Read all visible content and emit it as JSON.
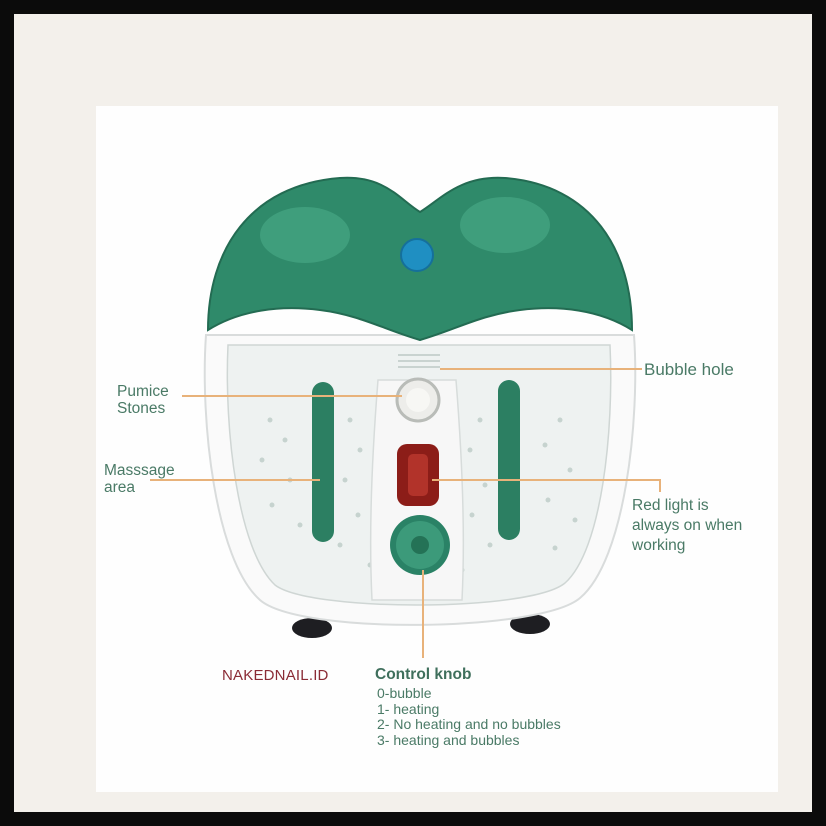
{
  "brand": {
    "watermark": "NAKEDNAIL.ID"
  },
  "labels": {
    "bubble_hole": "Bubble hole",
    "pumice_stones": "Pumice\nStones",
    "massage_area": "Masssage\narea",
    "red_light": "Red light is\nalways on when\nworking"
  },
  "control_knob": {
    "title": "Control knob",
    "modes": [
      "0-bubble",
      "1- heating",
      "2- No heating and no bubbles",
      "3- heating and bubbles"
    ]
  },
  "colors": {
    "lid_green": "#2f8a6a",
    "leader_line": "#e8b27a",
    "label_text": "#4a7a66",
    "brand_text": "#8a2b35",
    "red_light": "#8c1d18",
    "bubble_button": "#1f8fc2"
  }
}
